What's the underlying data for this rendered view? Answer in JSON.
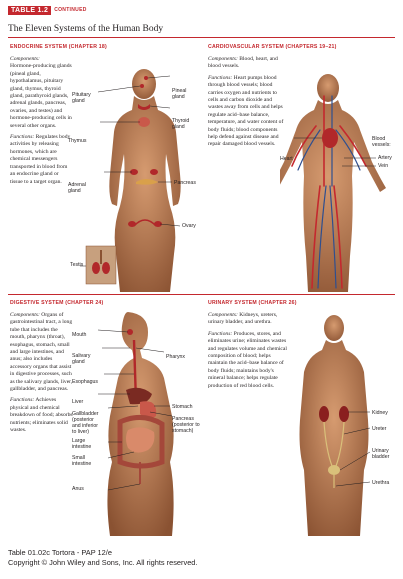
{
  "header": {
    "table_number": "TABLE 1.2",
    "continued": "CONTINUED",
    "title": "The Eleven Systems of the Human Body"
  },
  "endocrine": {
    "heading": "ENDOCRINE SYSTEM (CHAPTER 18)",
    "components_lead": "Components:",
    "components_text": "Hormone-producing glands (pineal gland, hypothalamus, pituitary gland, thymus, thyroid gland, parathyroid glands, adrenal glands, pancreas, ovaries, and testes) and hormone-producing cells in several other organs.",
    "functions_lead": "Functions:",
    "functions_text": "Regulates body activities by releasing hormones, which are chemical messengers transported in blood from an endocrine gland or tissue to a target organ.",
    "labels": {
      "pineal": "Pineal\ngland",
      "pituitary": "Pituitary\ngland",
      "thyroid": "Thyroid\ngland",
      "thymus": "Thymus",
      "adrenal": "Adrenal\ngland",
      "pancreas": "Pancreas",
      "ovary": "Ovary",
      "testis": "Testis"
    }
  },
  "cardiovascular": {
    "heading": "CARDIOVASCULAR SYSTEM (CHAPTERS 19–21)",
    "components_lead": "Components:",
    "components_text": "Blood, heart, and blood vessels.",
    "functions_lead": "Functions:",
    "functions_text": "Heart pumps blood through blood vessels; blood carries oxygen and nutrients to cells and carbon dioxide and wastes away from cells and helps regulate acid–base balance, temperature, and water content of body fluids; blood components help defend against disease and repair damaged blood vessels.",
    "labels": {
      "vessels": "Blood\nvessels:",
      "artery": "Artery",
      "vein": "Vein",
      "heart": "Heart"
    }
  },
  "digestive": {
    "heading": "DIGESTIVE SYSTEM (CHAPTER 24)",
    "components_lead": "Components:",
    "components_text": "Organs of gastrointestinal tract, a long tube that includes the mouth, pharynx (throat), esophagus, stomach, small and large intestines, and anus; also includes accessory organs that assist in digestive processes, such as the salivary glands, liver, gallbladder, and pancreas.",
    "functions_lead": "Functions:",
    "functions_text": "Achieves physical and chemical breakdown of food; absorbs nutrients; eliminates solid wastes.",
    "labels": {
      "mouth": "Mouth",
      "pharynx": "Pharynx",
      "salivary": "Salivary\ngland",
      "esophagus": "Esophagus",
      "liver": "Liver",
      "gallbladder": "Gallbladder\n(posterior\nand inferior\nto liver)",
      "stomach": "Stomach",
      "pancreas": "Pancreas\n(posterior to\nstomach)",
      "large": "Large\nintestine",
      "small": "Small\nintestine",
      "anus": "Anus"
    }
  },
  "urinary": {
    "heading": "URINARY SYSTEM (CHAPTER 26)",
    "components_lead": "Components:",
    "components_text": "Kidneys, ureters, urinary bladder, and urethra.",
    "functions_lead": "Functions:",
    "functions_text": "Produces, stores, and eliminates urine; eliminates wastes and regulates volume and chemical composition of blood; helps maintain the acid–base balance of body fluids; maintains body's mineral balance; helps regulate production of red blood cells.",
    "labels": {
      "kidney": "Kidney",
      "ureter": "Ureter",
      "bladder": "Urinary\nbladder",
      "urethra": "Urethra"
    }
  },
  "footer": {
    "line1": "Table 01.02c  Tortora - PAP 12/e",
    "line2": "Copyright © John Wiley and Sons, Inc. All rights reserved."
  },
  "colors": {
    "accent": "#c4282e",
    "skin": "#c98a5e",
    "skin_shadow": "#8a5232",
    "organ": "#b1282a"
  }
}
